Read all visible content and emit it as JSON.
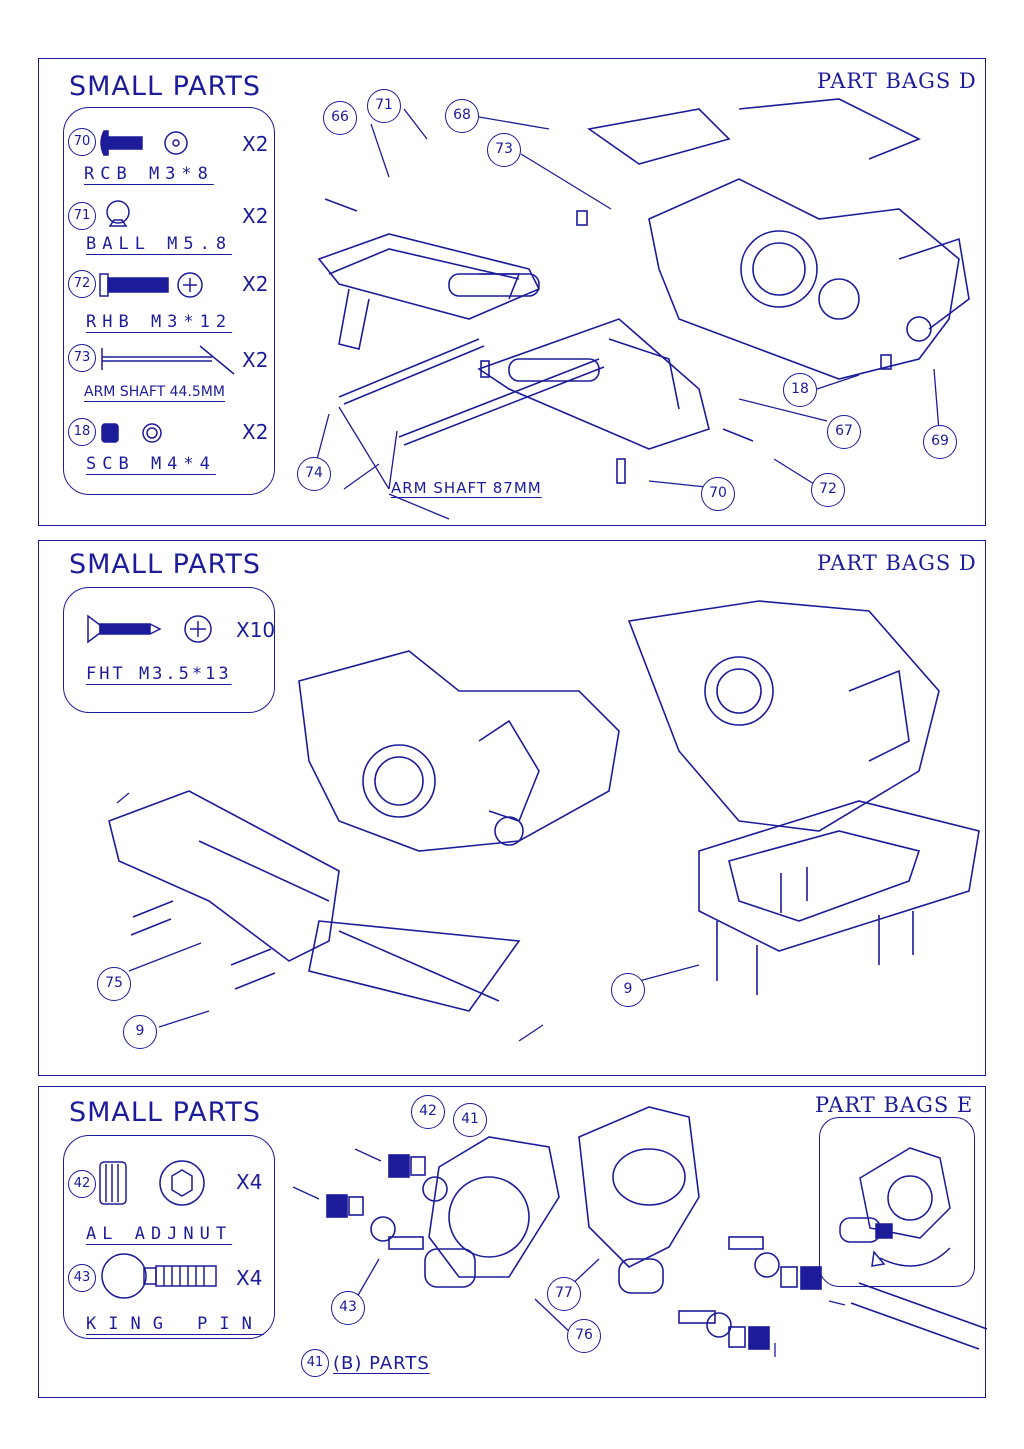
{
  "panels": [
    {
      "small_parts_title": "SMALL PARTS",
      "part_bags": "PART BAGS D",
      "parts": [
        {
          "num": "70",
          "label": "RCB M3*8",
          "qty": "X2"
        },
        {
          "num": "71",
          "label": "BALL M5.8",
          "qty": "X2"
        },
        {
          "num": "72",
          "label": "RHB M3*12",
          "qty": "X2"
        },
        {
          "num": "73",
          "label": "ARM SHAFT 44.5MM",
          "qty": "X2"
        },
        {
          "num": "18",
          "label": "SCB M4*4",
          "qty": "X2"
        }
      ],
      "callouts": [
        "71",
        "66",
        "68",
        "73",
        "18",
        "67",
        "69",
        "74",
        "70",
        "72"
      ],
      "annotation": "ARM SHAFT 87MM"
    },
    {
      "small_parts_title": "SMALL PARTS",
      "part_bags": "PART BAGS D",
      "parts": [
        {
          "label": "FHT M3.5*13",
          "qty": "X10"
        }
      ],
      "callouts": [
        "75",
        "9",
        "9"
      ]
    },
    {
      "small_parts_title": "SMALL PARTS",
      "part_bags": "PART BAGS E",
      "parts": [
        {
          "num": "42",
          "label": "AL ADJNUT",
          "qty": "X4"
        },
        {
          "num": "43",
          "label": "KING PIN",
          "qty": "X4"
        }
      ],
      "callouts": [
        "42",
        "41",
        "43",
        "77",
        "76"
      ],
      "note_num": "41",
      "note": "(B) PARTS"
    }
  ],
  "colors": {
    "ink": "#1c1c9a",
    "paper": "#ffffff"
  }
}
